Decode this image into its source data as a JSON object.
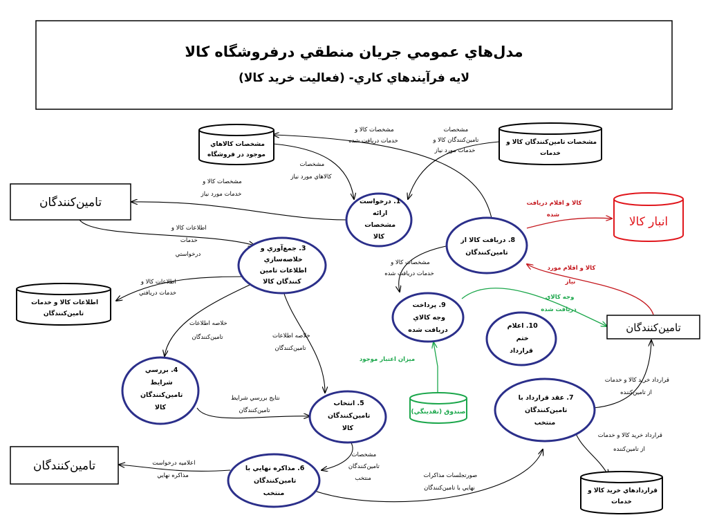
{
  "title": {
    "line1": "مدل‌هاي عمومي جريان منطقي درفروشگاه كالا",
    "line2": "لايه فرآيندهاي كاري- (فعاليت خريد كالا)"
  },
  "processes": {
    "p1": {
      "lines": [
        "1. درخواست",
        "ارائه",
        "مشخصات",
        "كالا"
      ]
    },
    "p3": {
      "lines": [
        "3. جمع‌آوري و",
        "خلاصه‌سازي",
        "اطلاعات تامين",
        "كنندگان كالا"
      ]
    },
    "p4": {
      "lines": [
        "4. بررسي",
        "شرايط",
        "تامين‌كنندگان",
        "كالا"
      ]
    },
    "p5": {
      "lines": [
        "5. انتخاب",
        "تامين‌كنندگان",
        "كالا"
      ]
    },
    "p6": {
      "lines": [
        "6. مذاكره نهايي با",
        "تامين‌كنندگان",
        "منتخب"
      ]
    },
    "p7": {
      "lines": [
        "7. عقد قرارداد با",
        "تامين‌كنندگان",
        "منتخب"
      ]
    },
    "p8": {
      "lines": [
        "8. دريافت كالا از",
        "تامين‌كنندگان"
      ]
    },
    "p9": {
      "lines": [
        "9. پرداخت",
        "وجه كالاي",
        "دريافت شده"
      ]
    },
    "p10": {
      "lines": [
        "10. اعلام",
        "ختم",
        "قرارداد"
      ]
    }
  },
  "entities": {
    "suppliers_left_top": "تامين‌كنندگان",
    "suppliers_left_bottom": "تامين‌كنندگان",
    "suppliers_right": "تامين‌كنندگان",
    "warehouse": "انبار كالا"
  },
  "stores": {
    "store_goods": {
      "lines": [
        "مشخصات كالاهاي",
        "موجود در فروشگاه"
      ]
    },
    "store_supplier_specs": {
      "lines": [
        "مشخصات تامين‌كنندگان كالا و",
        "خدمات"
      ]
    },
    "store_supplier_info": {
      "lines": [
        "اطلاعات كالا و خدمات",
        "تامين‌كنندگان"
      ]
    },
    "store_cash": {
      "lines": [
        "صندوق (نقدينگي)"
      ]
    },
    "store_contracts": {
      "lines": [
        "قراردادهاي خريد كالا و",
        "خدمات"
      ]
    }
  },
  "flows": {
    "f_goods_p1": {
      "lines": [
        "مشخصات",
        "كالاهاي مورد نياز"
      ]
    },
    "f_specs_p1": {
      "lines": [
        "مشخصات",
        "تامين‌كنندگان كالا و",
        "خدمات مورد نياز"
      ]
    },
    "f_p8_goods": {
      "lines": [
        "مشخصات كالا و",
        "خدمات دريافت شده"
      ]
    },
    "f_p1_sup": {
      "lines": [
        "مشخصات كالا و",
        "خدمات مورد نياز"
      ]
    },
    "f_sup_p3": {
      "lines": [
        "اطلاعات كالا و",
        "خدمات",
        "درخواستي"
      ]
    },
    "f_p3_store": {
      "lines": [
        "اطلاعات كالا و",
        "خدمات دريافتي"
      ]
    },
    "f_p3_p4": {
      "lines": [
        "خلاصه اطلاعات",
        "تامين‌كنندگان"
      ]
    },
    "f_p3_p5": {
      "lines": [
        "خلاصه اطلاعات",
        "تامين‌كنندگان"
      ]
    },
    "f_p4_p5": {
      "lines": [
        "نتايج بررسي شرايط",
        "تامين‌كنندگان"
      ]
    },
    "f_p5_p6": {
      "lines": [
        "مشخصات",
        "تامين‌كنندگان",
        "منتخب"
      ]
    },
    "f_p6_sup": {
      "lines": [
        "اعلاميه درخواست",
        "مذاكره نهايي"
      ]
    },
    "f_p6_p7": {
      "lines": [
        "صورتجلسات مذاكرات",
        "نهايي با تامين‌كنندگان"
      ]
    },
    "f_p7_sup": {
      "lines": [
        "قرارداد خريد كالا و خدمات",
        "از تامين‌كننده"
      ]
    },
    "f_p7_store": {
      "lines": [
        "قرارداد خريد كالا و خدمات",
        "از تامين‌كننده"
      ]
    },
    "f_p8_p9": {
      "lines": [
        "مشخصات كالا و",
        "خدمات دريافت شده"
      ]
    },
    "f_p8_wh": {
      "lines": [
        "كالا و اقلام دريافت",
        "شده"
      ]
    },
    "f_sup_p8": {
      "lines": [
        "كالا و اقلام مورد",
        "نياز"
      ]
    },
    "f_p9_sup": {
      "lines": [
        "وجه كالاي",
        "دريافت شده"
      ]
    },
    "f_cash_p9": {
      "lines": [
        "ميزان اعتبار موجود"
      ]
    }
  },
  "colors": {
    "process_stroke": "#2b2f8a",
    "warehouse_red": "#e0151b",
    "flow_red": "#c4161c",
    "cash_green": "#1aa64a"
  }
}
